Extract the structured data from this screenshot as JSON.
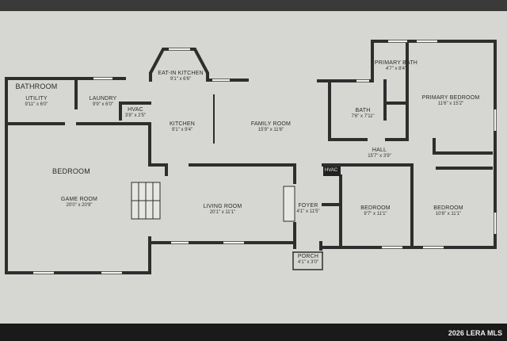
{
  "plan": {
    "rooms": [
      {
        "id": "bathroom",
        "name": "BATHROOM",
        "dims": ""
      },
      {
        "id": "utility",
        "name": "UTILITY",
        "dims": "9'11\" x 6'0\""
      },
      {
        "id": "laundry",
        "name": "LAUNDRY",
        "dims": "9'9\" x 6'0\""
      },
      {
        "id": "hvac1",
        "name": "HVAC",
        "dims": "3'8\" x 2'5\""
      },
      {
        "id": "eatin",
        "name": "EAT-IN KITCHEN",
        "dims": "9'1\" x 6'6\""
      },
      {
        "id": "kitchen",
        "name": "KITCHEN",
        "dims": "9'1\" x 9'4\""
      },
      {
        "id": "family",
        "name": "FAMILY ROOM",
        "dims": "15'9\" x 11'6\""
      },
      {
        "id": "bedroom_main",
        "name": "BEDROOM",
        "dims": ""
      },
      {
        "id": "gameroom",
        "name": "GAME ROOM",
        "dims": "20'0\" x 20'9\""
      },
      {
        "id": "living",
        "name": "LIVING ROOM",
        "dims": "20'1\" x 11'1\""
      },
      {
        "id": "foyer",
        "name": "FOYER",
        "dims": "4'1\" x 11'5\""
      },
      {
        "id": "porch",
        "name": "PORCH",
        "dims": "4'1\" x 3'0\""
      },
      {
        "id": "pbath",
        "name": "PRIMARY BATH",
        "dims": "4'7\" x 8'4\""
      },
      {
        "id": "pbed",
        "name": "PRIMARY BEDROOM",
        "dims": "11'6\" x 15'2\""
      },
      {
        "id": "bath",
        "name": "BATH",
        "dims": "7'6\" x 7'11\""
      },
      {
        "id": "hall",
        "name": "HALL",
        "dims": "15'7\" x 3'9\""
      },
      {
        "id": "hvac2",
        "name": "HVAC",
        "dims": ""
      },
      {
        "id": "bed2",
        "name": "BEDROOM",
        "dims": "9'7\" x 11'1\""
      },
      {
        "id": "bed3",
        "name": "BEDROOM",
        "dims": "10'8\" x 11'1\""
      }
    ]
  },
  "watermark": "2026 LERA MLS",
  "colors": {
    "wall": "#2e2e2e",
    "paper": "#d6d6d3",
    "window": "#f4f4f2",
    "band": "#1a1a1a"
  }
}
